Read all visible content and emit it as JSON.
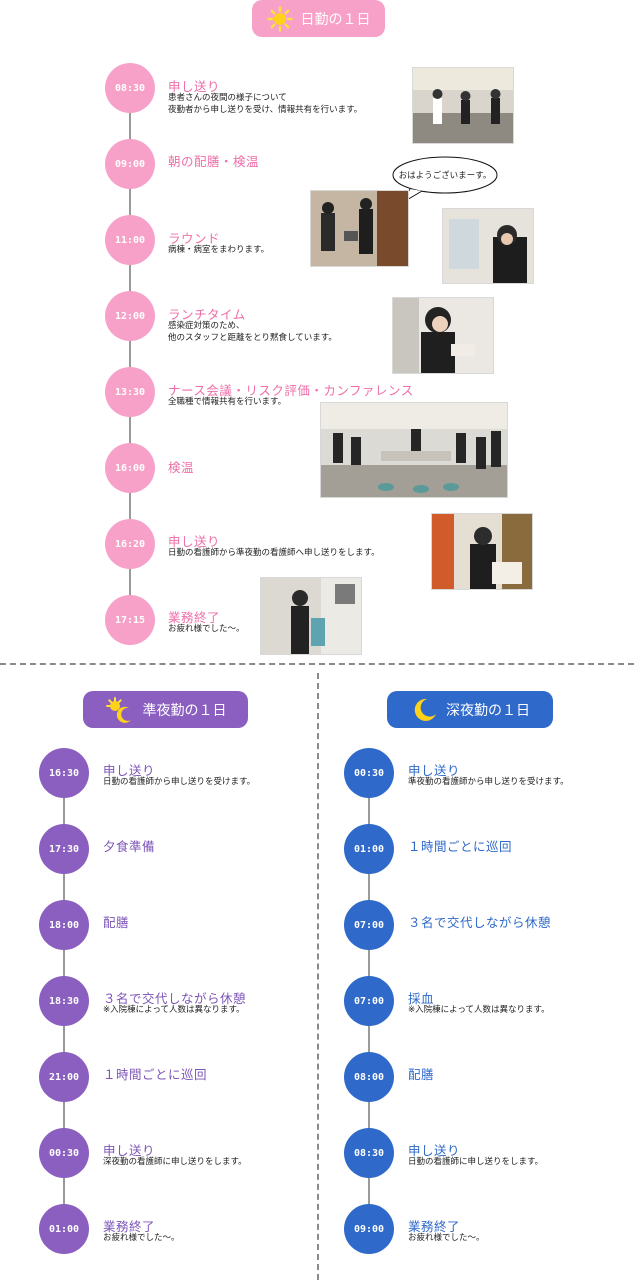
{
  "day": {
    "header": "日勤の１日",
    "bubble": "おはようございまーす。",
    "items": [
      {
        "time": "08:30",
        "title": "申し送り",
        "desc": [
          "患者さんの夜間の様子について",
          "夜勤者から申し送りを受け、情報共有を行います。"
        ]
      },
      {
        "time": "09:00",
        "title": "朝の配膳・検温",
        "desc": []
      },
      {
        "time": "11:00",
        "title": "ラウンド",
        "desc": [
          "病棟・病室をまわります。"
        ]
      },
      {
        "time": "12:00",
        "title": "ランチタイム",
        "desc": [
          "感染症対策のため、",
          "他のスタッフと距離をとり黙食しています。"
        ]
      },
      {
        "time": "13:30",
        "title": "ナース会議・リスク評価・カンファレンス",
        "desc": [
          "全職種で情報共有を行います。"
        ]
      },
      {
        "time": "16:00",
        "title": "検温",
        "desc": []
      },
      {
        "time": "16:20",
        "title": "申し送り",
        "desc": [
          "日勤の看護師から準夜勤の看護師へ申し送りをします。"
        ]
      },
      {
        "time": "17:15",
        "title": "業務終了",
        "desc": [
          "お疲れ様でした〜。"
        ]
      }
    ]
  },
  "evening": {
    "header": "準夜勤の１日",
    "items": [
      {
        "time": "16:30",
        "title": "申し送り",
        "desc": "日勤の看護師から申し送りを受けます。"
      },
      {
        "time": "17:30",
        "title": "夕食準備",
        "desc": ""
      },
      {
        "time": "18:00",
        "title": "配膳",
        "desc": ""
      },
      {
        "time": "18:30",
        "title": "３名で交代しながら休憩",
        "desc": "※入院棟によって人数は異なります。"
      },
      {
        "time": "21:00",
        "title": "１時間ごとに巡回",
        "desc": ""
      },
      {
        "time": "00:30",
        "title": "申し送り",
        "desc": "深夜勤の看護師に申し送りをします。"
      },
      {
        "time": "01:00",
        "title": "業務終了",
        "desc": "お疲れ様でした〜。"
      }
    ]
  },
  "night": {
    "header": "深夜勤の１日",
    "items": [
      {
        "time": "00:30",
        "title": "申し送り",
        "desc": "準夜勤の看護師から申し送りを受けます。"
      },
      {
        "time": "01:00",
        "title": "１時間ごとに巡回",
        "desc": ""
      },
      {
        "time": "07:00",
        "title": "３名で交代しながら休憩",
        "desc": ""
      },
      {
        "time": "07:00",
        "title": "採血",
        "desc": "※入院棟によって人数は異なります。"
      },
      {
        "time": "08:00",
        "title": "配膳",
        "desc": ""
      },
      {
        "time": "08:30",
        "title": "申し送り",
        "desc": "日勤の看護師に申し送りをします。"
      },
      {
        "time": "09:00",
        "title": "業務終了",
        "desc": "お疲れ様でした〜。"
      }
    ]
  },
  "colors": {
    "day": "#f7a1c9",
    "evening": "#8a5fc0",
    "night": "#2f69c9"
  },
  "icons": {
    "day": "sun-icon",
    "evening": "sun-moon-icon",
    "night": "moon-icon"
  }
}
